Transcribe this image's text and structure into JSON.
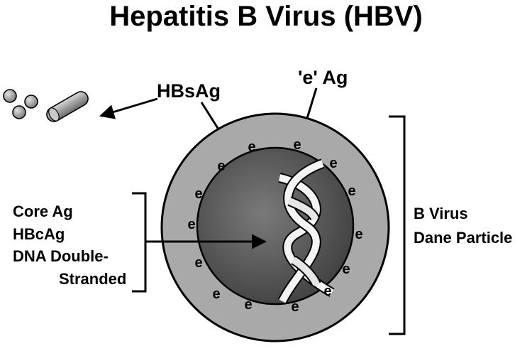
{
  "title": "Hepatitis B Virus (HBV)",
  "labels": {
    "hbsag": "HBsAg",
    "e_ag": "'e' Ag",
    "core_lines": [
      "Core Ag",
      "HBcAg",
      "DNA Double-",
      "Stranded"
    ],
    "dane_lines": [
      "B Virus",
      "Dane Particle"
    ]
  },
  "surface_antigen_letter": "e",
  "colors": {
    "outer_shell": "#a9a9a9",
    "core": "#5d5d5d",
    "ink": "#000000",
    "strand_light": "#f4f4f4"
  }
}
